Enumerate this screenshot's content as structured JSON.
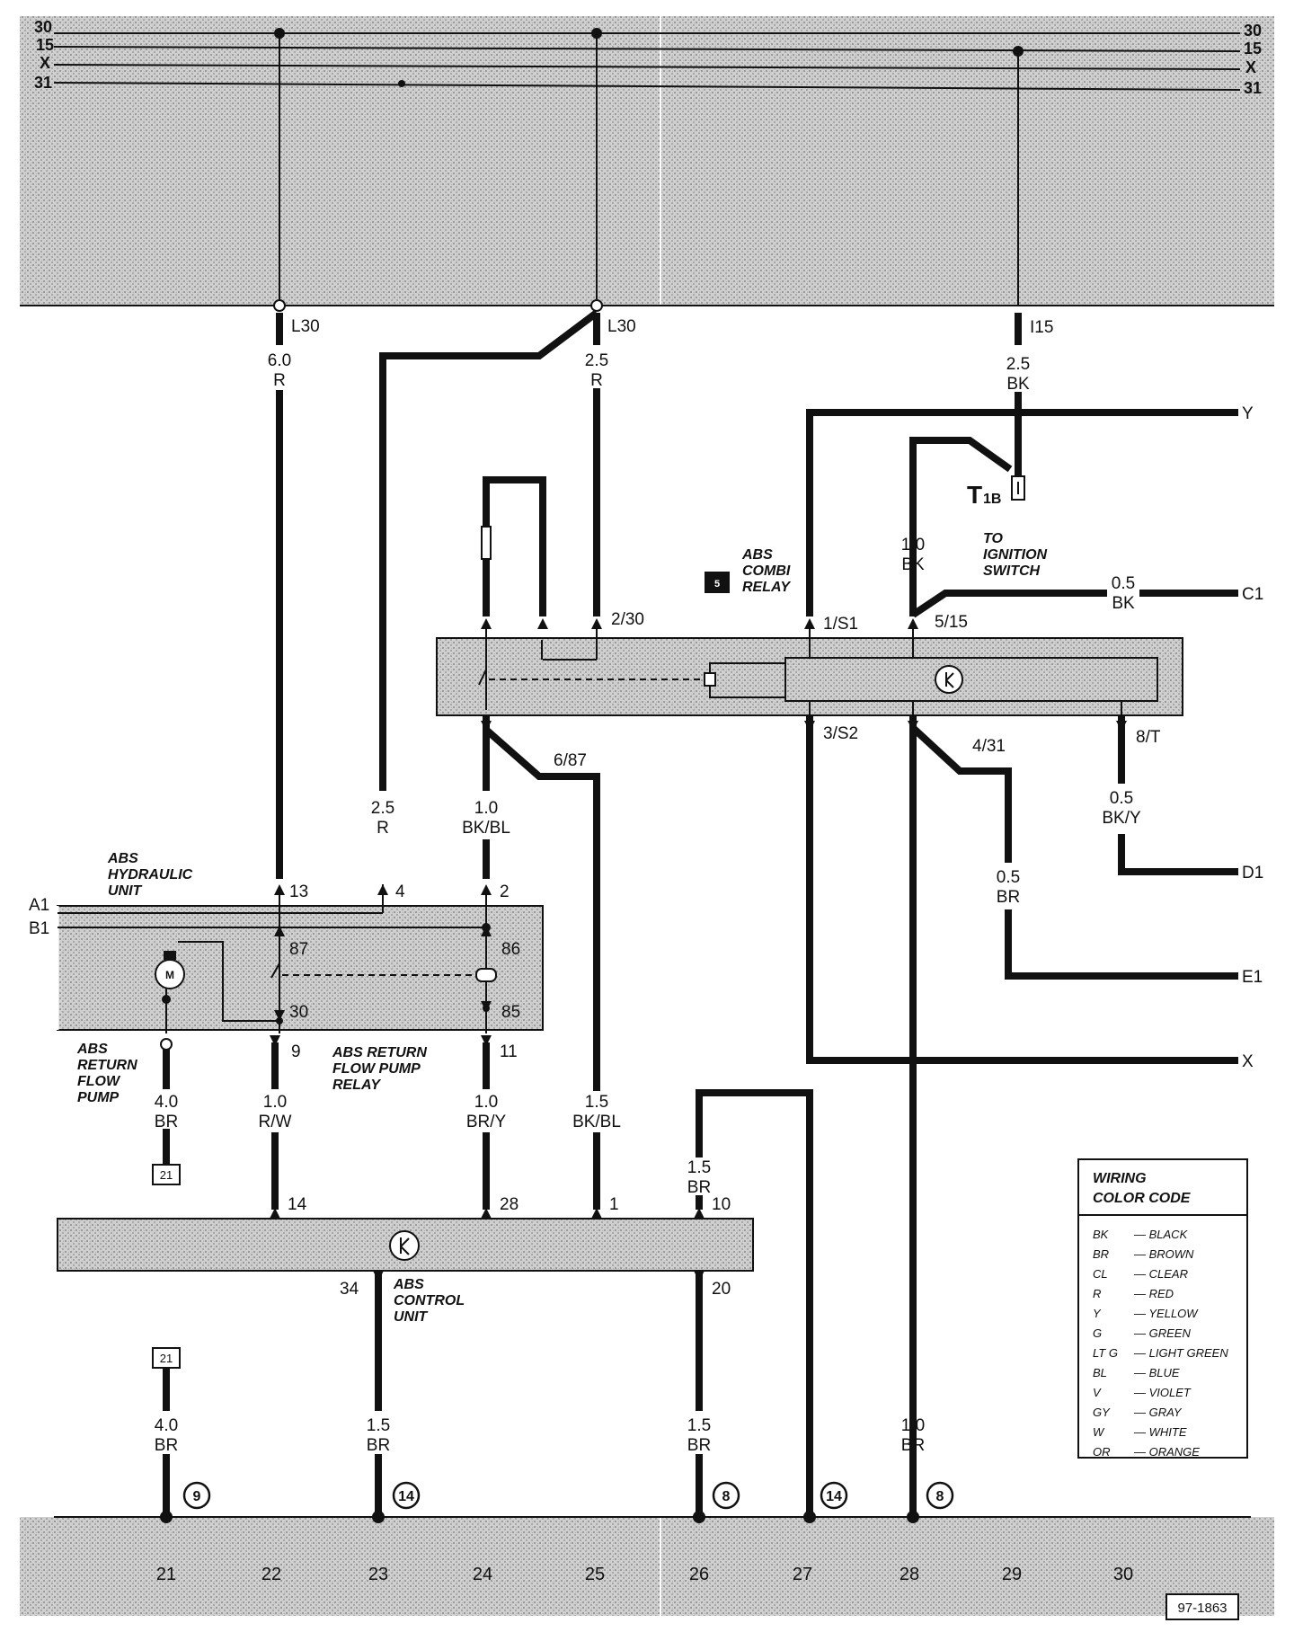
{
  "bus_top": {
    "left_labels": [
      "30",
      "15",
      "X",
      "31"
    ],
    "right_labels": [
      "30",
      "15",
      "X",
      "31"
    ],
    "tap_l30_a": "L30",
    "tap_l30_b": "L30",
    "tap_i15": "I15"
  },
  "wires": {
    "w22": {
      "size": "6.0",
      "color": "R"
    },
    "w25": {
      "size": "2.5",
      "color": "R"
    },
    "w28_top": {
      "size": "2.5",
      "color": "BK"
    },
    "w23_red": {
      "size": "2.5",
      "color": "R"
    },
    "w24_top": {
      "size": "1.0",
      "color": "BK/BL"
    },
    "w28_relay": {
      "size": "1.0",
      "color": "BK"
    },
    "w_c1": {
      "size": "0.5",
      "color": "BK"
    },
    "w_d1": {
      "size": "0.5",
      "color": "BK/Y"
    },
    "w_e1": {
      "size": "0.5",
      "color": "BR"
    },
    "w21_pump": {
      "size": "4.0",
      "color": "BR"
    },
    "w22_mid": {
      "size": "1.0",
      "color": "R/W"
    },
    "w24_mid": {
      "size": "1.0",
      "color": "BR/Y"
    },
    "w25_mid": {
      "size": "1.5",
      "color": "BK/BL"
    },
    "w26_mid": {
      "size": "1.5",
      "color": "BR"
    },
    "w21_bot": {
      "size": "4.0",
      "color": "BR"
    },
    "w23_bot": {
      "size": "1.5",
      "color": "BR"
    },
    "w26_bot": {
      "size": "1.5",
      "color": "BR"
    },
    "w28_bot": {
      "size": "1.0",
      "color": "BR"
    }
  },
  "connector": {
    "name": "T",
    "sub": "1B",
    "note_line1": "TO",
    "note_line2": "IGNITION",
    "note_line3": "SWITCH"
  },
  "outputs": {
    "y": "Y",
    "c1": "C1",
    "d1": "D1",
    "e1": "E1",
    "x": "X",
    "a1": "A1",
    "b1": "B1"
  },
  "combi_relay": {
    "badge": "5",
    "title_line1": "ABS",
    "title_line2": "COMBI",
    "title_line3": "RELAY",
    "pins": {
      "p230": "2/30",
      "p1s1": "1/S1",
      "p515": "5/15",
      "p3s2": "3/S2",
      "p431": "4/31",
      "p8t": "8/T",
      "p687": "6/87"
    }
  },
  "hydraulic_unit": {
    "title_line1": "ABS",
    "title_line2": "HYDRAULIC",
    "title_line3": "UNIT",
    "pins": {
      "p13": "13",
      "p4": "4",
      "p2": "2",
      "p87": "87",
      "p86": "86",
      "p30": "30",
      "p85": "85",
      "p9": "9",
      "p11": "11"
    },
    "pump_line1": "ABS",
    "pump_line2": "RETURN",
    "pump_line3": "FLOW",
    "pump_line4": "PUMP",
    "relay_line1": "ABS RETURN",
    "relay_line2": "FLOW PUMP",
    "relay_line3": "RELAY"
  },
  "control_unit": {
    "title_line1": "ABS",
    "title_line2": "CONTROL",
    "title_line3": "UNIT",
    "pins": {
      "p14": "14",
      "p28": "28",
      "p1": "1",
      "p10": "10",
      "p34": "34",
      "p20": "20"
    }
  },
  "refs": {
    "box21_a": "21",
    "box21_b": "21"
  },
  "ground_circles": [
    "9",
    "14",
    "8",
    "14",
    "8"
  ],
  "columns": [
    "21",
    "22",
    "23",
    "24",
    "25",
    "26",
    "27",
    "28",
    "29",
    "30"
  ],
  "legend": {
    "title_line1": "WIRING",
    "title_line2": "COLOR CODE",
    "entries": [
      {
        "code": "BK",
        "name": "— BLACK"
      },
      {
        "code": "BR",
        "name": "— BROWN"
      },
      {
        "code": "CL",
        "name": "— CLEAR"
      },
      {
        "code": "R",
        "name": "— RED"
      },
      {
        "code": "Y",
        "name": "— YELLOW"
      },
      {
        "code": "G",
        "name": "— GREEN"
      },
      {
        "code": "LT  G",
        "name": "— LIGHT GREEN"
      },
      {
        "code": "BL",
        "name": "— BLUE"
      },
      {
        "code": "V",
        "name": "— VIOLET"
      },
      {
        "code": "GY",
        "name": "— GRAY"
      },
      {
        "code": "W",
        "name": "— WHITE"
      },
      {
        "code": "OR",
        "name": "— ORANGE"
      }
    ]
  },
  "figure_id": "97-1863",
  "colors": {
    "ink": "#111111",
    "shade": "#c4c4c4",
    "paper": "#ffffff"
  }
}
